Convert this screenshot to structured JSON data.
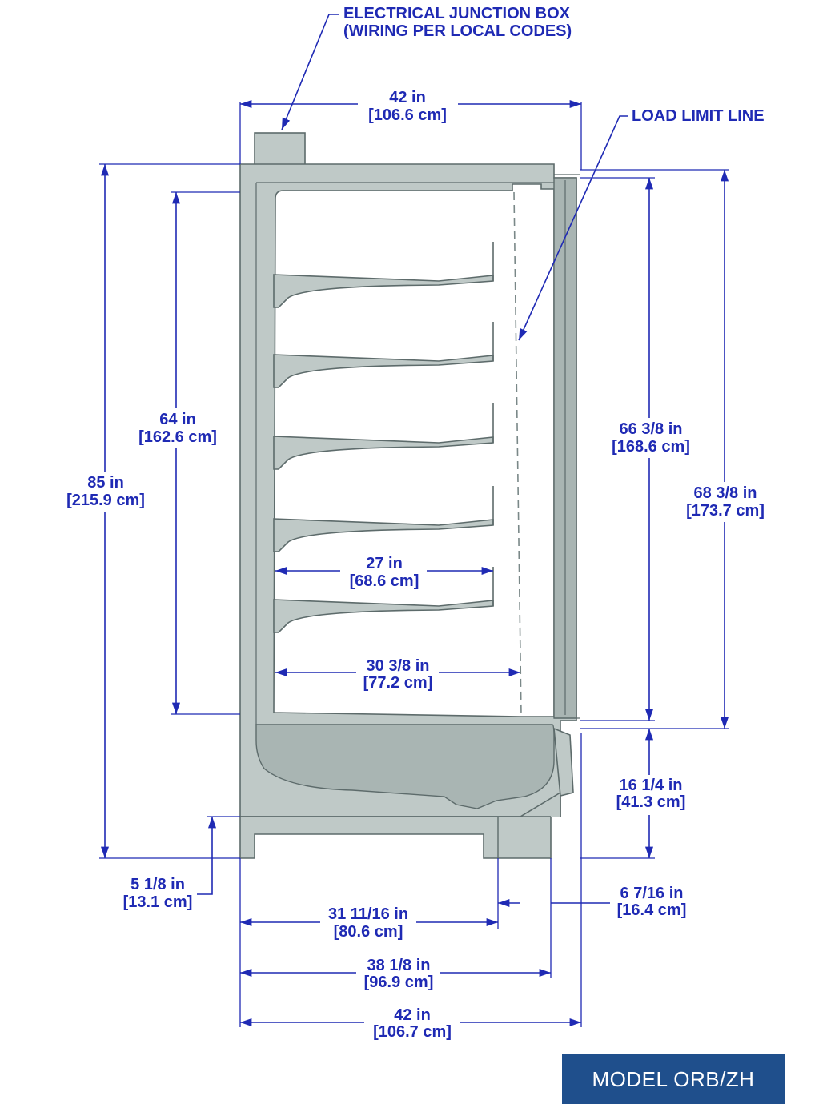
{
  "annotations": {
    "junction_box_line1": "ELECTRICAL JUNCTION BOX",
    "junction_box_line2": "(WIRING PER LOCAL CODES)",
    "load_limit": "LOAD LIMIT LINE"
  },
  "dimensions": {
    "top_width": {
      "imperial": "42 in",
      "metric": "[106.6 cm]"
    },
    "overall_height": {
      "imperial": "85 in",
      "metric": "[215.9 cm]"
    },
    "interior_height": {
      "imperial": "64 in",
      "metric": "[162.6 cm]"
    },
    "front_height_a": {
      "imperial": "66 3/8 in",
      "metric": "[168.6 cm]"
    },
    "front_height_b": {
      "imperial": "68 3/8 in",
      "metric": "[173.7 cm]"
    },
    "shelf_depth": {
      "imperial": "27 in",
      "metric": "[68.6 cm]"
    },
    "deck_depth": {
      "imperial": "30 3/8 in",
      "metric": "[77.2 cm]"
    },
    "base_height": {
      "imperial": "16 1/4 in",
      "metric": "[41.3 cm]"
    },
    "leg_height": {
      "imperial": "5 1/8 in",
      "metric": "[13.1 cm]"
    },
    "foot_offset": {
      "imperial": "6 7/16 in",
      "metric": "[16.4 cm]"
    },
    "base_depth": {
      "imperial": "31 11/16 in",
      "metric": "[80.6 cm]"
    },
    "base_overall": {
      "imperial": "38 1/8 in",
      "metric": "[96.9 cm]"
    },
    "bottom_width": {
      "imperial": "42 in",
      "metric": "[106.7 cm]"
    }
  },
  "colors": {
    "dimension": "#1f2ab4",
    "cabinet": "#bfc9c7",
    "outline": "#5d6b6b",
    "badge": "#1f4f8c"
  },
  "badge": {
    "label": "MODEL ORB/ZH"
  }
}
